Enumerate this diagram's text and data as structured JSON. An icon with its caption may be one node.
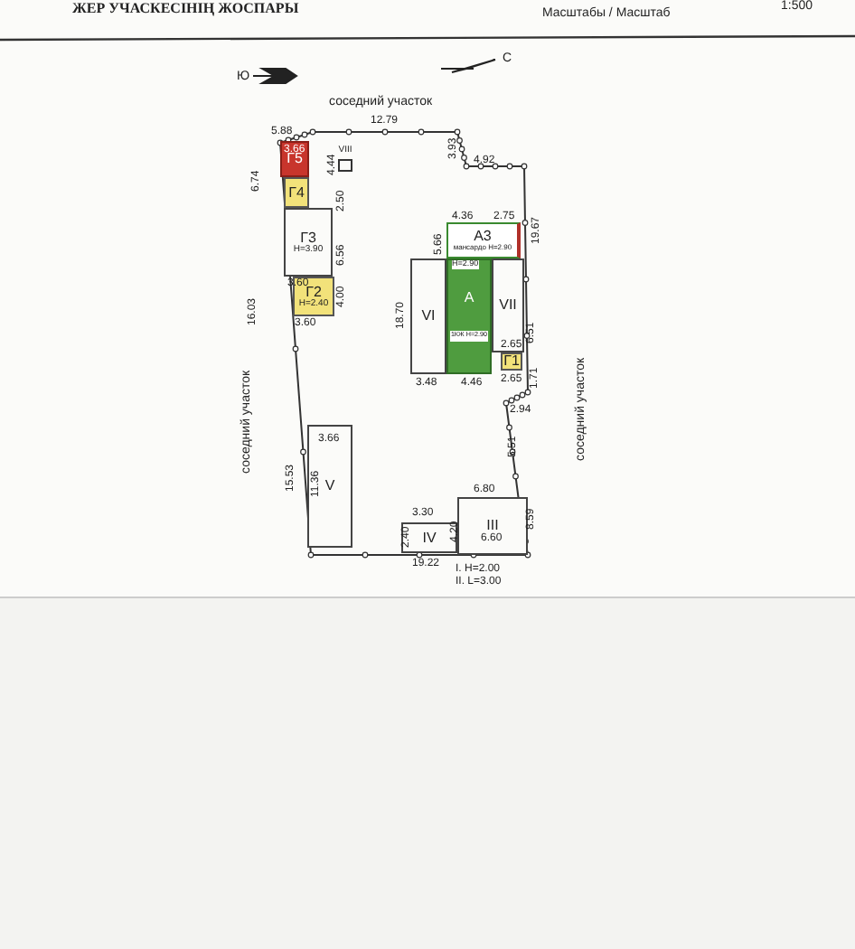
{
  "diagram": {
    "title": "ЖЕР УЧАСКЕСІНІҢ ЖОСПАРЫ",
    "nodes": [
      {
        "text": [
          "Г5"
        ]
      },
      {
        "text": [
          "Г4"
        ]
      },
      {
        "text": [
          "Г3",
          "Н=3.90"
        ]
      },
      {
        "text": [
          "Г2",
          "Н=2.40"
        ]
      },
      {
        "text": [
          "VIII"
        ]
      },
      {
        "text": [
          "А3",
          "мансардо Н=2.90"
        ]
      },
      {
        "text": [
          "А",
          "1КЖ Н=2.90"
        ]
      },
      {
        "text": [
          "Г1"
        ]
      },
      {
        "text": [
          "VI"
        ]
      },
      {
        "text": [
          "VII"
        ]
      },
      {
        "text": [
          "V"
        ]
      },
      {
        "text": [
          "IV"
        ]
      },
      {
        "text": [
          "III"
        ]
      }
    ],
    "edges": [],
    "labels": [
      "Масштабы / Масштаб",
      "1:500",
      "Ю",
      "С",
      "соседний участок",
      "соседний участок",
      "соседний участок",
      "5.88",
      "12.79",
      "3.93",
      "4.92",
      "3.66",
      "4.44",
      "2.50",
      "6.56",
      "3.60",
      "4.00",
      "3.60",
      "6.74",
      "16.03",
      "15.53",
      "11.36",
      "3.66",
      "4.36",
      "2.75",
      "5.66",
      "18.70",
      "3.48",
      "4.46",
      "Н=2.90",
      "2.65",
      "2.65",
      "19.67",
      "6.51",
      "1.71",
      "2.94",
      "5.51",
      "6.80",
      "8.59",
      "3.30",
      "2.40",
      "4.20",
      "6.60",
      "19.22",
      "I. Н=2.00",
      "II. L=3.00"
    ]
  }
}
